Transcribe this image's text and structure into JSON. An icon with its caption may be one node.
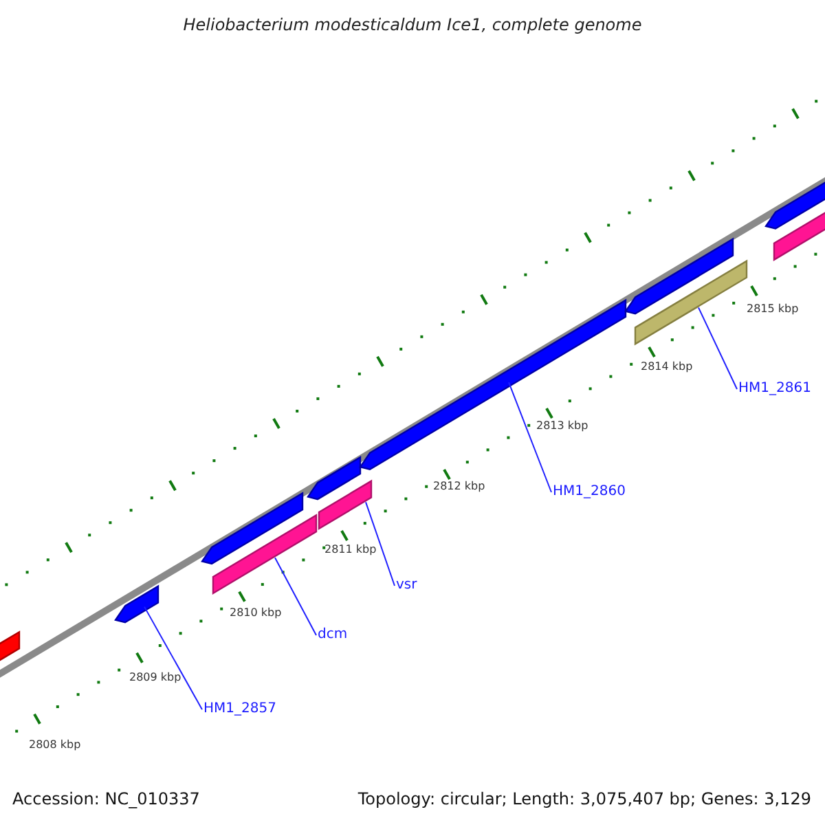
{
  "diagram": {
    "title": "Heliobacterium modesticaldum Ice1, complete genome",
    "nodes": [
      {
        "text": [],
        "shape": "bar"
      },
      {
        "text": [],
        "shape": "bar"
      },
      {
        "text": [],
        "shape": "bar"
      },
      {
        "text": [],
        "shape": "bar"
      },
      {
        "text": [],
        "shape": "bar"
      },
      {
        "text": [],
        "shape": "bar"
      },
      {
        "text": [],
        "shape": "bar"
      },
      {
        "text": [],
        "shape": "bar"
      },
      {
        "text": [],
        "shape": "bar"
      },
      {
        "text": [],
        "shape": "bar"
      },
      {
        "text": [],
        "shape": "bar"
      },
      {
        "text": [
          "HM1_2857"
        ]
      },
      {
        "text": [
          "dcm"
        ]
      },
      {
        "text": [
          "vsr"
        ]
      },
      {
        "text": [
          "HM1_2860"
        ]
      },
      {
        "text": [
          "HM1_2861"
        ]
      }
    ],
    "edges": [
      {
        "from": 11,
        "to": 1,
        "arrow": "none"
      },
      {
        "from": 12,
        "to": 3,
        "arrow": "none"
      },
      {
        "from": 13,
        "to": 5,
        "arrow": "none"
      },
      {
        "from": 14,
        "to": 6,
        "arrow": "none"
      },
      {
        "from": 15,
        "to": 8,
        "arrow": "none"
      }
    ],
    "labels": [
      "2815 kbp",
      "2814 kbp",
      "2813 kbp",
      "2812 kbp",
      "2811 kbp",
      "2810 kbp",
      "2809 kbp",
      "2808 kbp",
      "Accession: NC_010337",
      "Topology: circular; Length: 3,075,407 bp; Genes: 3,129"
    ]
  }
}
